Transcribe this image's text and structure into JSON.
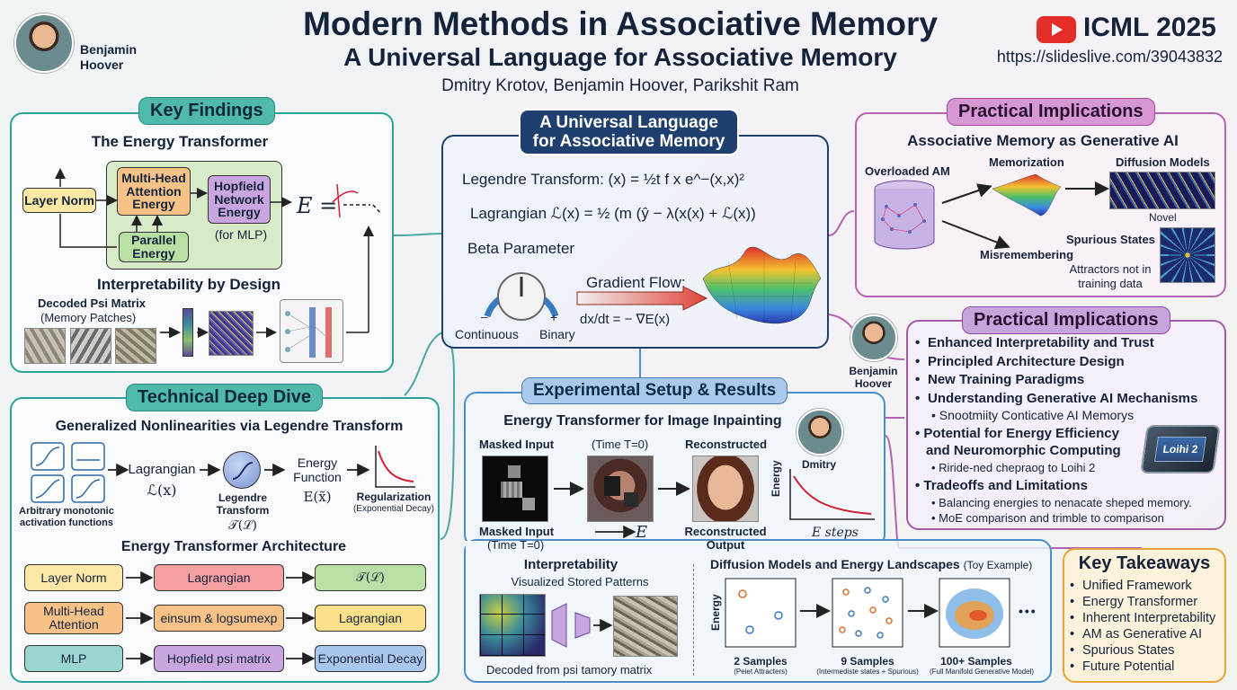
{
  "header": {
    "title": "Modern Methods in Associative Memory",
    "subtitle": "A Universal Language for Associative Memory",
    "authors": "Dmitry Krotov, Benjamin Hoover, Parikshit Ram",
    "presenter": "Benjamin Hoover",
    "conference": "ICML 2025",
    "url": "https://slideslive.com/39043832"
  },
  "key_findings": {
    "label": "Key Findings",
    "energy_transformer": "The Energy Transformer",
    "layer_norm": "Layer Norm",
    "mha": "Multi-Head Attention Energy",
    "hopfield": "Hopfield Network Energy",
    "for_mlp": "(for MLP)",
    "parallel": "Parallel Energy",
    "energy_eq": "E =",
    "interp_title": "Interpretability by Design",
    "decoded_title": "Decoded Psi Matrix",
    "decoded_sub": "(Memory Patches)"
  },
  "center": {
    "label": "A Universal Language for Associative Memory",
    "legendre": "Legendre Transform:  (x) = ½t f x e^−(x,x)²",
    "lagrangian": "Lagrangian ℒ(x) = ½ (m (ŷ − λ(x(x) + ℒ(x))",
    "beta": "Beta Parameter",
    "continuous": "Continuous",
    "binary": "Binary",
    "minus": "–",
    "plus": "+",
    "gradient": "Gradient Flow:",
    "dxdt": "dx/dt = − ∇E(x)"
  },
  "practical1": {
    "label": "Practical Implications",
    "title": "Associative Memory as Generative AI",
    "overloaded": "Overloaded AM",
    "memorization": "Memorization",
    "diffusion": "Diffusion Models",
    "novel": "Novel",
    "misremembering": "Misremembering",
    "spurious": "Spurious States",
    "attractors": "Attractors not in training data"
  },
  "practical2": {
    "label": "Practical Implications",
    "speaker": "Benjamin Hoover",
    "items": [
      "Enhanced Interpretability and Trust",
      "Principled Architecture Design",
      "New Training Paradigms",
      "Understanding Generative AI Mechanisms"
    ],
    "sub1": "Snootmiity Conticative AI Memorys",
    "item5a": "Potential for Energy Efficiency",
    "item5b": "and Neuromorphic Computing",
    "sub2": "Riride-ned chepraog to Loihi 2",
    "item6": "Tradeoffs and Limitations",
    "sub3": "Balancing energies to nenacate sheped memory.",
    "sub4": "MoE comparison and trimble to comparison",
    "chip": "Loihi 2"
  },
  "technical": {
    "label": "Technical Deep Dive",
    "gen_title": "Generalized Nonlinearities via Legendre Transform",
    "arbitrary": "Arbitrary monotonic activation functions",
    "lagr": "Lagrangian",
    "lagr_sym": "ℒ(x)",
    "legendre": "Legendre Transform",
    "legendre_sym": "𝒯(ℒ)",
    "energy_fn": "Energy Function",
    "energy_sym": "E(x̃)",
    "reg": "Regularization",
    "reg_sub": "(Exponential Decay)",
    "arch_title": "Energy Transformer Architecture",
    "rows": [
      [
        "Layer Norm",
        "Lagrangian",
        "𝒯(ℒ)"
      ],
      [
        "Multi-Head Attention",
        "einsum & logsumexp",
        "Lagrangian"
      ],
      [
        "MLP",
        "Hopfield psi matrix",
        "Exponential Decay"
      ]
    ]
  },
  "experimental": {
    "label": "Experimental Setup & Results",
    "title": "Energy Transformer for Image Inpainting",
    "masked": "Masked Input",
    "time0": "(Time T=0)",
    "reconstructed": "Reconstructed",
    "masked2": "Masked Input",
    "time0b": "(Time T=0)",
    "e_label": "E",
    "recon_out": "Reconstructed Output",
    "speaker": "Dmitry",
    "energy_axis": "Energy",
    "steps_axis": "E steps",
    "interp": "Interpretability",
    "visualized": "Visualized Stored Patterns",
    "decoded": "Decoded from psi tamory matrix",
    "diff_title": "Diffusion Models and Energy Landscapes",
    "toy": "(Toy Example)",
    "energy_axis2": "Energy",
    "s2": "2 Samples",
    "s2sub": "(Peiet Attracters)",
    "s9": "9 Samples",
    "s9sub": "(Intermediste states + Spurious)",
    "s100": "100+ Samples",
    "s100sub": "(Full Manifold Generative Model)",
    "dots": "•••"
  },
  "takeaways": {
    "label": "Key Takeaways",
    "items": [
      "Unified Framework",
      "Energy Transformer",
      "Inherent Interpretability",
      "AM as Generative AI",
      "Spurious States",
      "Future Potential"
    ]
  },
  "colors": {
    "teal": "#2aa39a",
    "purple": "#a45aa6",
    "navy": "#1f3f6e",
    "lightblue": "#4a8fc9",
    "orange": "#e8a43a"
  }
}
